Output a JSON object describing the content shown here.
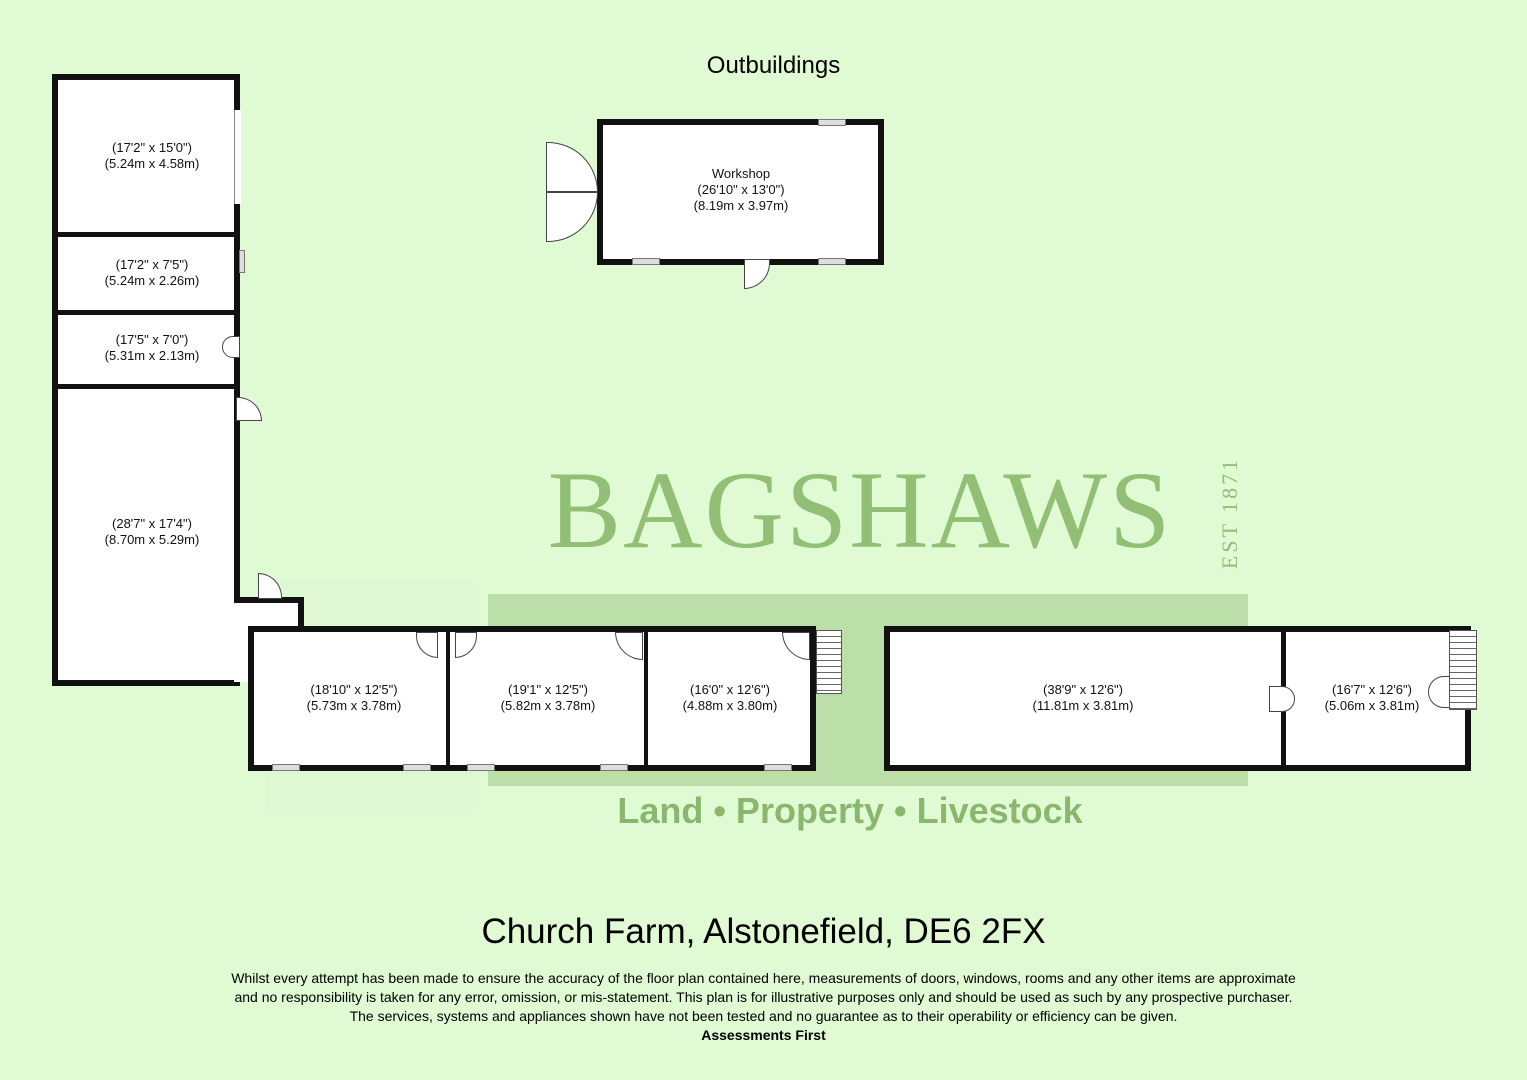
{
  "title": "Outbuildings",
  "rooms": {
    "r1": {
      "imperial": "(17'2\" x 15'0\")",
      "metric": "(5.24m x 4.58m)"
    },
    "r2": {
      "imperial": "(17'2\" x 7'5\")",
      "metric": "(5.24m x 2.26m)"
    },
    "r3": {
      "imperial": "(17'5\" x 7'0\")",
      "metric": "(5.31m x 2.13m)"
    },
    "r4": {
      "imperial": "(28'7\" x 17'4\")",
      "metric": "(8.70m x 5.29m)"
    },
    "workshop": {
      "name": "Workshop",
      "imperial": "(26'10\" x 13'0\")",
      "metric": "(8.19m x 3.97m)"
    },
    "r5": {
      "imperial": "(18'10\" x 12'5\")",
      "metric": "(5.73m x 3.78m)"
    },
    "r6": {
      "imperial": "(19'1\" x 12'5\")",
      "metric": "(5.82m x 3.78m)"
    },
    "r7": {
      "imperial": "(16'0\" x 12'6\")",
      "metric": "(4.88m x 3.80m)"
    },
    "r8": {
      "imperial": "(38'9\" x 12'6\")",
      "metric": "(11.81m x 3.81m)"
    },
    "r9": {
      "imperial": "(16'7\" x 12'6\")",
      "metric": "(5.06m x 3.81m)"
    }
  },
  "watermark": {
    "brand": "BAGSHAWS",
    "tagline": "Land • Property • Livestock",
    "est": "EST 1871"
  },
  "address": "Church Farm, Alstonefield, DE6 2FX",
  "disclaimer": [
    "Whilst every attempt has been made to ensure the accuracy of the floor plan contained here, measurements of doors, windows, rooms and any other items are approximate",
    "and no responsibility is taken for any error, omission, or mis-statement. This plan is for illustrative purposes only and should be used as such by any prospective purchaser.",
    "The services, systems and appliances shown have not been tested and no guarantee as to their operability or efficiency can be given."
  ],
  "credit": "Assessments First"
}
